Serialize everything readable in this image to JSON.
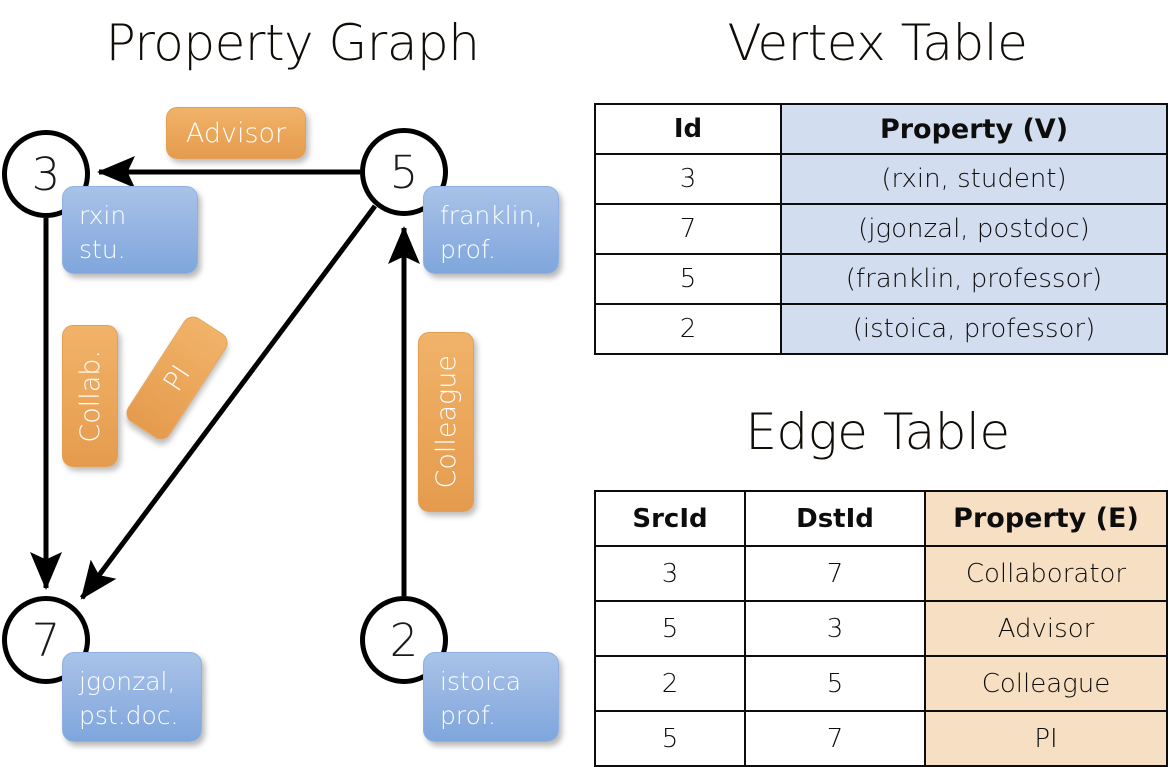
{
  "titles": {
    "property_graph": "Property Graph",
    "vertex_table": "Vertex Table",
    "edge_table": "Edge Table"
  },
  "graph": {
    "vertices": [
      {
        "id": "3",
        "property_label": "rxin\nstu."
      },
      {
        "id": "5",
        "property_label": "franklin,\nprof."
      },
      {
        "id": "7",
        "property_label": "jgonzal,\npst.doc."
      },
      {
        "id": "2",
        "property_label": "istoica\nprof."
      }
    ],
    "edge_labels": [
      {
        "name": "advisor",
        "text": "Advisor"
      },
      {
        "name": "collab",
        "text": "Collab."
      },
      {
        "name": "pi",
        "text": "PI"
      },
      {
        "name": "colleague",
        "text": "Colleague"
      }
    ]
  },
  "vertex_table": {
    "headers": [
      "Id",
      "Property (V)"
    ],
    "rows": [
      {
        "id": "3",
        "property": "(rxin, student)"
      },
      {
        "id": "7",
        "property": "(jgonzal, postdoc)"
      },
      {
        "id": "5",
        "property": "(franklin, professor)"
      },
      {
        "id": "2",
        "property": "(istoica, professor)"
      }
    ]
  },
  "edge_table": {
    "headers": [
      "SrcId",
      "DstId",
      "Property (E)"
    ],
    "rows": [
      {
        "src": "3",
        "dst": "7",
        "property": "Collaborator"
      },
      {
        "src": "5",
        "dst": "3",
        "property": "Advisor"
      },
      {
        "src": "2",
        "dst": "5",
        "property": "Colleague"
      },
      {
        "src": "5",
        "dst": "7",
        "property": "PI"
      }
    ]
  },
  "colors": {
    "vertex_property_blue": "#9bb8e4",
    "edge_label_orange": "#eca85c",
    "vertex_table_cell": "#d3ddf0",
    "edge_table_cell": "#f7dfc4",
    "stroke": "#000000"
  }
}
